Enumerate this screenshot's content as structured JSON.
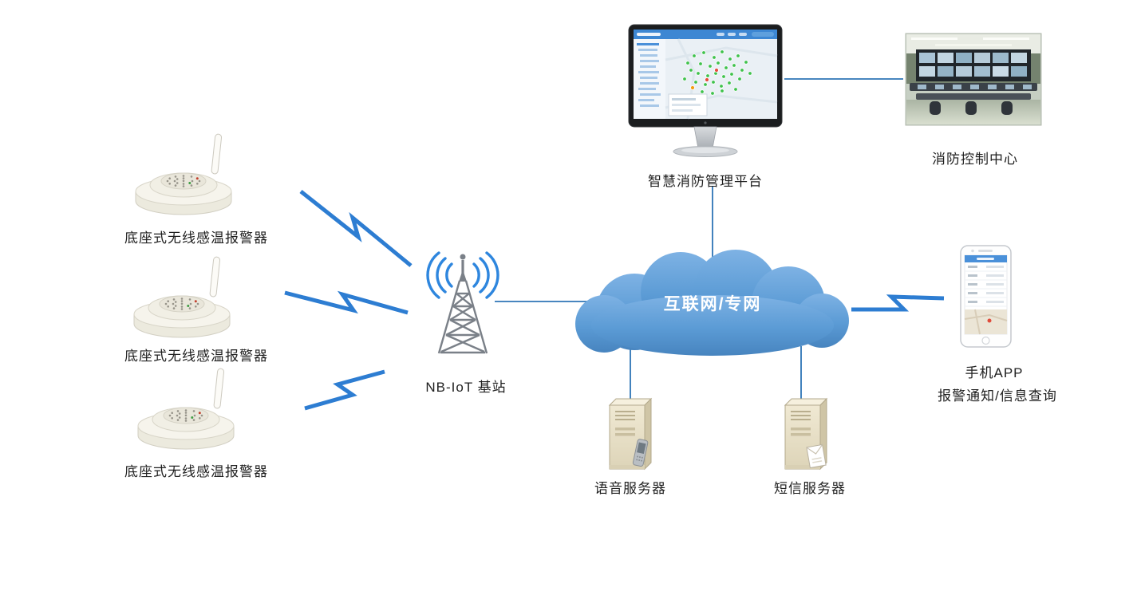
{
  "diagram": {
    "sensors": [
      {
        "label": "底座式无线感温报警器"
      },
      {
        "label": "底座式无线感温报警器"
      },
      {
        "label": "底座式无线感温报警器"
      }
    ],
    "base_station": {
      "label": "NB-IoT 基站"
    },
    "cloud": {
      "label": "互联网/专网"
    },
    "platform": {
      "label": "智慧消防管理平台"
    },
    "control_center": {
      "label": "消防控制中心"
    },
    "mobile_app": {
      "label_line1": "手机APP",
      "label_line2": "报警通知/信息查询"
    },
    "voice_server": {
      "label": "语音服务器"
    },
    "sms_server": {
      "label": "短信服务器"
    }
  },
  "colors": {
    "cloud_fill": "#5b9bd5",
    "cloud_fill_dark": "#4784bf",
    "connector_line": "#2e75b6",
    "lightning_bolt": "#2d7dd2",
    "radio_wave": "#2e86de",
    "label_text": "#1f1f1f",
    "cloud_text": "#ffffff"
  }
}
